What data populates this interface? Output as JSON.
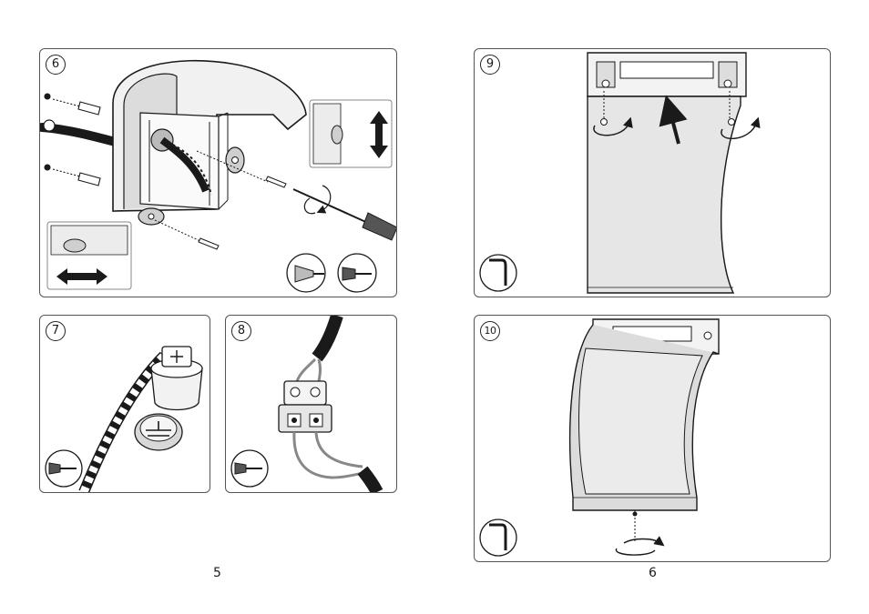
{
  "steps": {
    "s6": "6",
    "s7": "7",
    "s8": "8",
    "s9": "9",
    "s10": "10"
  },
  "pages": {
    "left": "5",
    "right": "6"
  },
  "icons": {
    "phillips_screwdriver": "phillips-screwdriver-icon",
    "flat_screwdriver": "flat-screwdriver-icon",
    "allen_key": "allen-key-icon"
  },
  "colors": {
    "line": "#1a1a1a",
    "panel_border": "#555555",
    "shade_light": "#e6e6e6",
    "shade_mid": "#cfcfcf"
  }
}
